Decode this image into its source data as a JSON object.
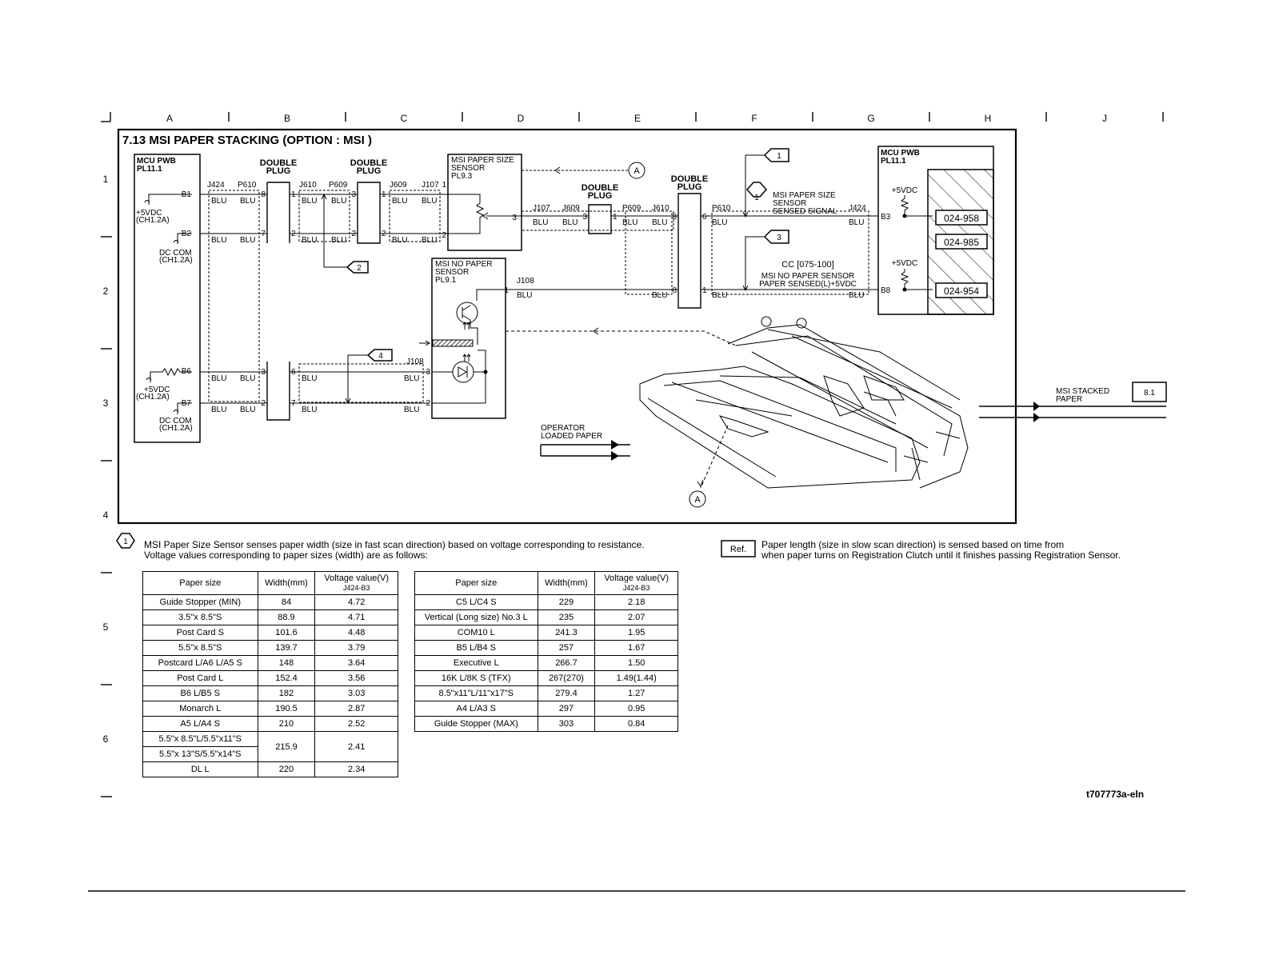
{
  "title": "7.13 MSI  PAPER STACKING (OPTION : MSI )",
  "grid": {
    "columns": [
      "A",
      "B",
      "C",
      "D",
      "E",
      "F",
      "G",
      "H",
      "J"
    ],
    "rows": [
      "1",
      "2",
      "3",
      "4",
      "5",
      "6"
    ]
  },
  "blocks": {
    "mcu_left": {
      "name": "MCU PWB",
      "ref": "PL11.1"
    },
    "mcu_right": {
      "name": "MCU PWB",
      "ref": "PL11.1"
    },
    "size_sensor": {
      "line1": "MSI PAPER SIZE",
      "line2": "SENSOR",
      "ref": "PL9.3"
    },
    "no_paper_sensor": {
      "line1": "MSI NO PAPER",
      "line2": "SENSOR",
      "ref": "PL9.1"
    },
    "double_plug": {
      "line1": "DOUBLE",
      "line2": "PLUG"
    }
  },
  "connectors": {
    "j424": "J424",
    "p610": "P610",
    "j610": "J610",
    "p609": "P609",
    "j609": "J609",
    "j107": "J107",
    "j108": "J108"
  },
  "wire_color": "BLU",
  "pins": {
    "b1": "B1",
    "b2": "B2",
    "b6": "B6",
    "b7": "B7",
    "b3": "B3",
    "b8": "B8",
    "p1": "1",
    "p2": "2",
    "p3": "3",
    "p6": "6",
    "p7": "7",
    "p8": "8"
  },
  "power": {
    "v5": "+5VDC",
    "v5_ch": "(CH1.2A)",
    "dccom": "DC COM",
    "dccom_ch": "(CH1.2A)",
    "v5_right": "+5VDC"
  },
  "signals": {
    "size_sig1": "MSI PAPER SIZE",
    "size_sig2": "SENSOR",
    "size_sig3": "SENSED SIGNAL",
    "cc": "CC [075-100]",
    "np1": "MSI NO PAPER SENSOR",
    "np2": "PAPER SENSED(L)+5VDC"
  },
  "codes": [
    "024-958",
    "024-985",
    "024-954"
  ],
  "flags": [
    "1",
    "2",
    "3",
    "4"
  ],
  "ref_a": "A",
  "operator_paper": {
    "line1": "OPERATOR",
    "line2": "LOADED PAPER"
  },
  "stacked_paper": {
    "line1": "MSI  STACKED",
    "line2": "PAPER",
    "ref": "8.1"
  },
  "notes": {
    "flag": "1",
    "line1": "MSI  Paper Size Sensor senses paper width (size in fast scan direction) based on voltage corresponding to resistance.",
    "line2": "Voltage values corresponding to paper sizes (width) are as follows:",
    "ref_label": "Ref.",
    "ref_line1": "Paper length (size in slow scan direction) is sensed based on time from",
    "ref_line2": "when paper turns on Registration Clutch until it finishes passing Registration Sensor."
  },
  "table_headers": {
    "size": "Paper size",
    "width": "Width(mm)",
    "voltage": "Voltage value(V)",
    "pin": "J424-B3"
  },
  "table_left": [
    [
      "Guide Stopper (MIN)",
      "84",
      "4.72"
    ],
    [
      "3.5\"x 8.5\"S",
      "88.9",
      "4.71"
    ],
    [
      "Post Card S",
      "101.6",
      "4.48"
    ],
    [
      "5.5\"x 8.5\"S",
      "139.7",
      "3.79"
    ],
    [
      "Postcard L/A6 L/A5 S",
      "148",
      "3.64"
    ],
    [
      "Post Card L",
      "152.4",
      "3.56"
    ],
    [
      "B6 L/B5 S",
      "182",
      "3.03"
    ],
    [
      "Monarch L",
      "190.5",
      "2.87"
    ],
    [
      "A5 L/A4 S",
      "210",
      "2.52"
    ]
  ],
  "table_left_merged": {
    "size1": "5.5\"x 8.5\"L/5.5\"x11\"S",
    "size2": "5.5\"x 13\"S/5.5\"x14\"S",
    "width": "215.9",
    "voltage": "2.41"
  },
  "table_left_last": [
    "DL L",
    "220",
    "2.34"
  ],
  "table_right": [
    [
      "C5 L/C4 S",
      "229",
      "2.18"
    ],
    [
      "Vertical (Long size) No.3 L",
      "235",
      "2.07"
    ],
    [
      "COM10 L",
      "241.3",
      "1.95"
    ],
    [
      "B5 L/B4 S",
      "257",
      "1.67"
    ],
    [
      "Executive L",
      "266.7",
      "1.50"
    ],
    [
      "16K L/8K S (TFX)",
      "267(270)",
      "1.49(1.44)"
    ],
    [
      "8.5\"x11\"L/11\"x17\"S",
      "279.4",
      "1.27"
    ],
    [
      "A4 L/A3 S",
      "297",
      "0.95"
    ],
    [
      "Guide Stopper (MAX)",
      "303",
      "0.84"
    ]
  ],
  "sheet_id": "t707773a-eln"
}
